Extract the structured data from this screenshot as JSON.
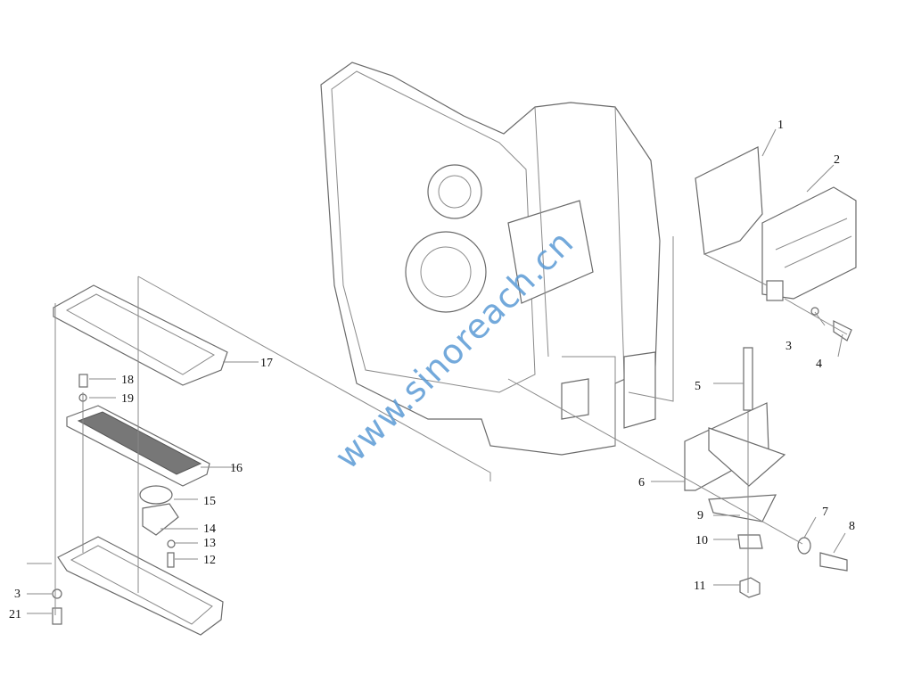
{
  "diagram": {
    "type": "exploded-parts-diagram",
    "watermark": "www.sinoreach.cn",
    "callouts": [
      "1",
      "2",
      "3",
      "4",
      "5",
      "6",
      "7",
      "8",
      "9",
      "10",
      "11",
      "12",
      "13",
      "14",
      "15",
      "16",
      "17",
      "18",
      "19",
      "3",
      "21"
    ],
    "colors": {
      "line": "#8a8a8a",
      "label": "#111111",
      "watermark": "#5b9bd5"
    }
  }
}
